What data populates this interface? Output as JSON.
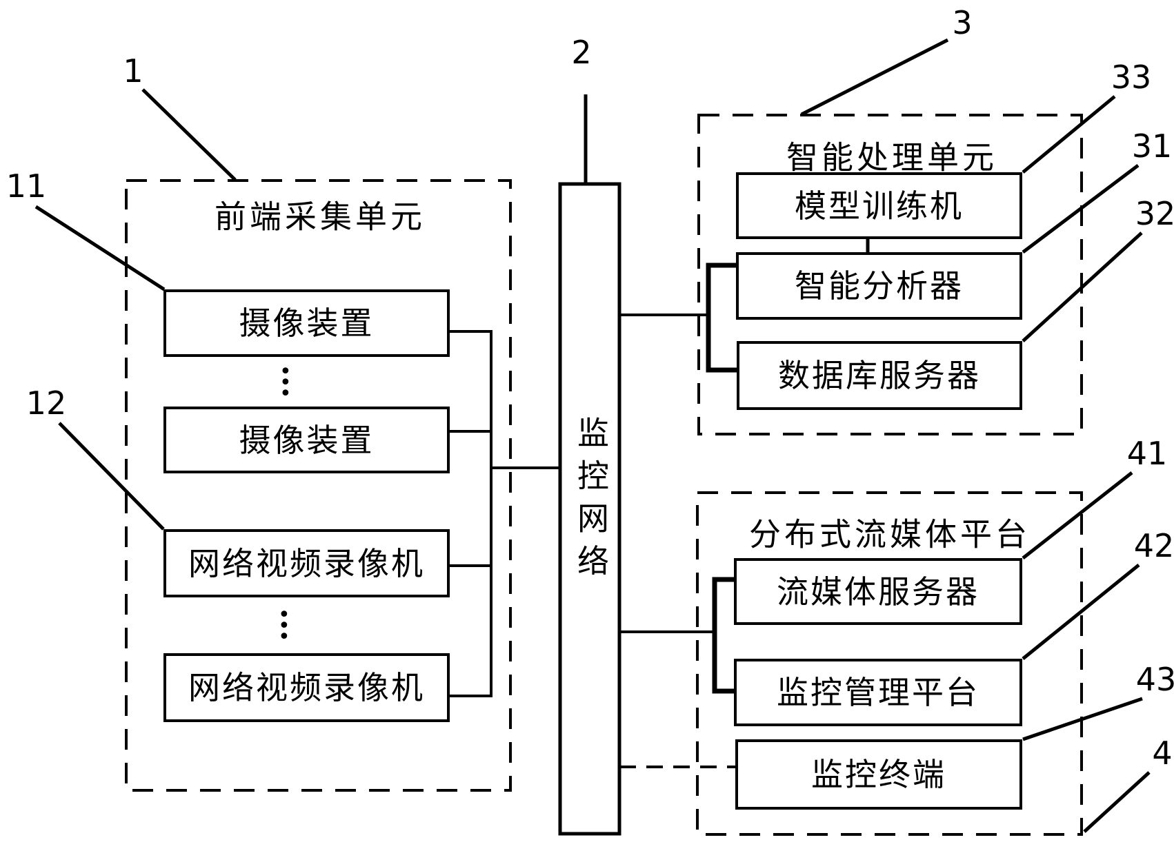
{
  "page": {
    "background": "#ffffff",
    "line_color": "#000000"
  },
  "front_end_unit": {
    "ref": "1",
    "title": "前端采集单元",
    "camera1": "摄像装置",
    "camera1_ref": "11",
    "camera2": "摄像装置",
    "nvr1": "网络视频录像机",
    "nvr1_ref": "12",
    "nvr2": "网络视频录像机",
    "ellipsis1": "•••",
    "ellipsis2": "•••"
  },
  "network": {
    "ref": "2",
    "label": "监控网络"
  },
  "intelligent_unit": {
    "ref": "3",
    "title": "智能处理单元",
    "trainer": "模型训练机",
    "trainer_ref": "33",
    "analyzer": "智能分析器",
    "analyzer_ref": "31",
    "database": "数据库服务器",
    "database_ref": "32"
  },
  "streaming_platform": {
    "ref": "4",
    "title": "分布式流媒体平台",
    "media_server": "流媒体服务器",
    "media_server_ref": "41",
    "mgmt_platform": "监控管理平台",
    "mgmt_platform_ref": "42",
    "terminal": "监控终端",
    "terminal_ref": "43"
  }
}
